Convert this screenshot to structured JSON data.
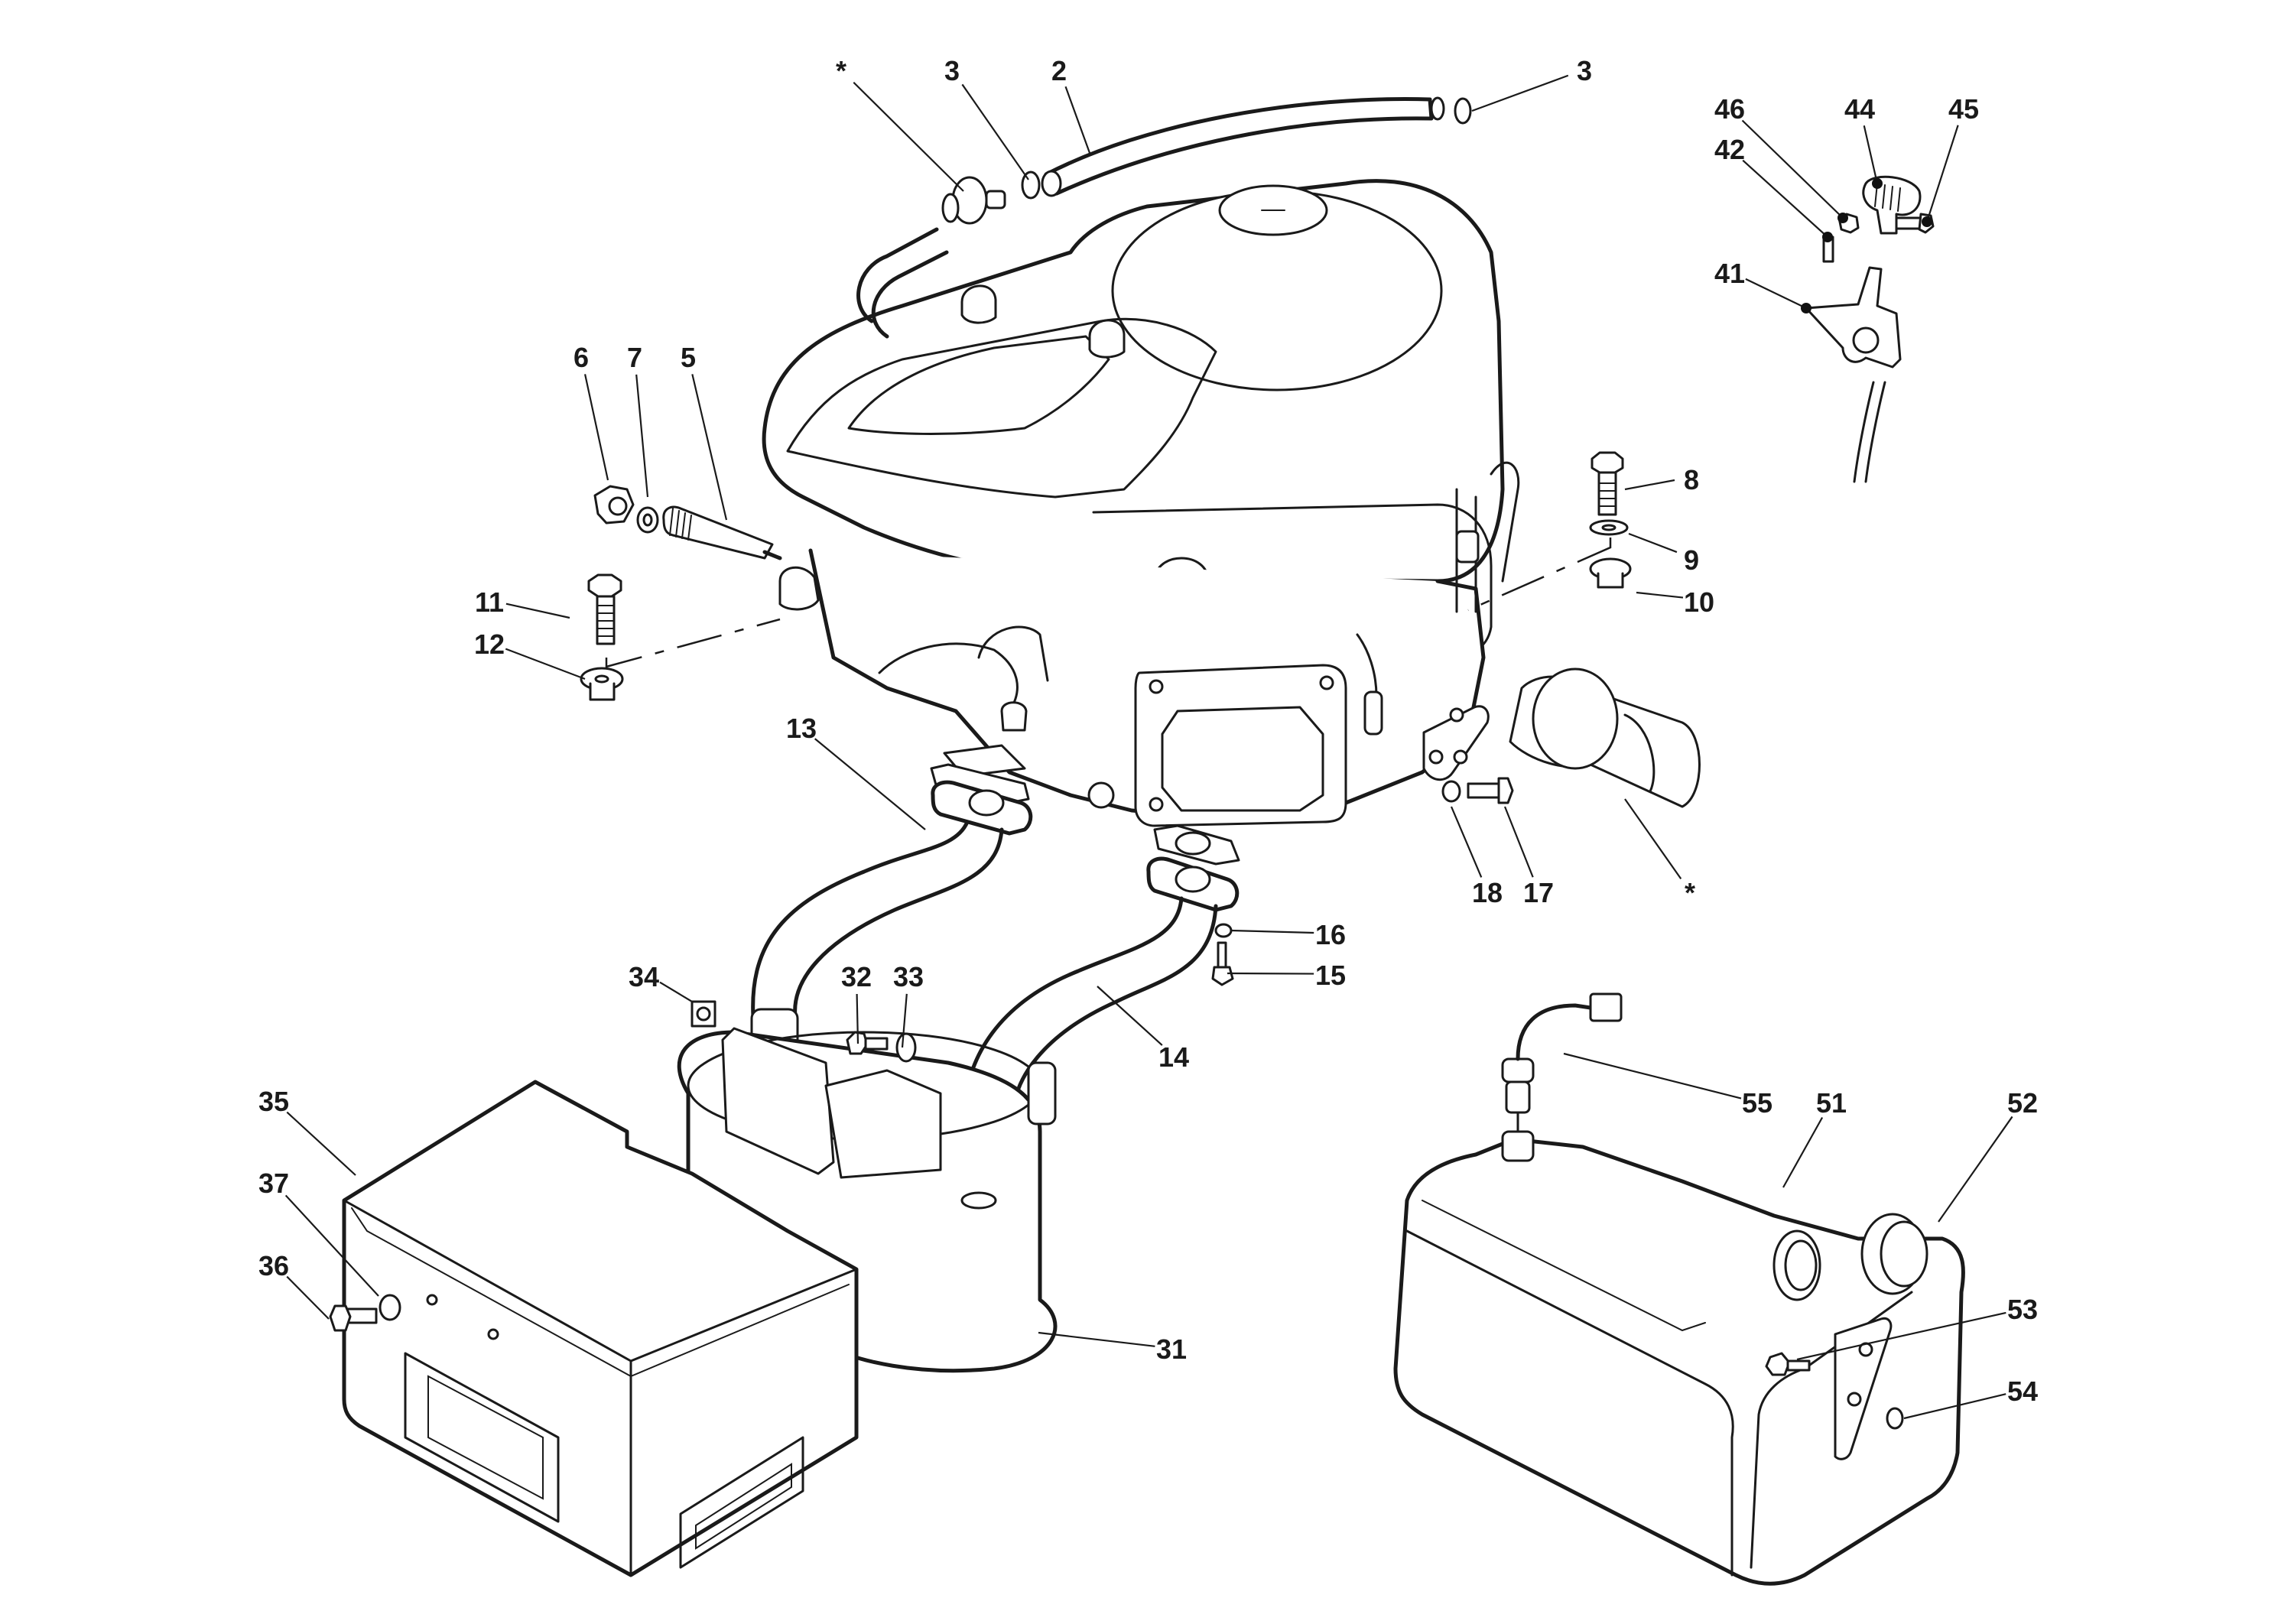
{
  "diagram": {
    "title": "Engine, exhaust and fuel tank exploded parts view",
    "callouts": [
      {
        "label": "*",
        "part": "fuel-filter-inline",
        "text": [
          1100,
          105
        ],
        "target": [
          1260,
          250
        ]
      },
      {
        "label": "3",
        "part": "hose-clamp",
        "text": [
          1245,
          105
        ],
        "target": [
          1345,
          235
        ]
      },
      {
        "label": "2",
        "part": "fuel-hose",
        "text": [
          1385,
          105
        ],
        "target": [
          1425,
          200
        ]
      },
      {
        "label": "3",
        "part": "hose-clamp",
        "text": [
          2072,
          105
        ],
        "target": [
          1925,
          145
        ]
      },
      {
        "label": "46",
        "part": "nut",
        "text": [
          2262,
          155
        ],
        "target": [
          2410,
          285
        ],
        "dot": true
      },
      {
        "label": "44",
        "part": "cable-clamp-block",
        "text": [
          2432,
          155
        ],
        "target": [
          2455,
          240
        ],
        "dot": true
      },
      {
        "label": "45",
        "part": "bolt",
        "text": [
          2568,
          155
        ],
        "target": [
          2520,
          290
        ],
        "dot": true
      },
      {
        "label": "42",
        "part": "screw",
        "text": [
          2262,
          208
        ],
        "target": [
          2390,
          310
        ],
        "dot": true
      },
      {
        "label": "41",
        "part": "throttle-bracket",
        "text": [
          2262,
          370
        ],
        "target": [
          2362,
          403
        ],
        "dot": true
      },
      {
        "label": "6",
        "part": "nut",
        "text": [
          760,
          480
        ],
        "target": [
          795,
          628
        ]
      },
      {
        "label": "7",
        "part": "washer",
        "text": [
          830,
          480
        ],
        "target": [
          847,
          650
        ]
      },
      {
        "label": "5",
        "part": "stud",
        "text": [
          900,
          480
        ],
        "target": [
          950,
          680
        ]
      },
      {
        "label": "8",
        "part": "bolt",
        "text": [
          2212,
          640
        ],
        "target": [
          2125,
          640
        ]
      },
      {
        "label": "9",
        "part": "serrated-washer",
        "text": [
          2212,
          745
        ],
        "target": [
          2130,
          698
        ]
      },
      {
        "label": "10",
        "part": "flange-nut",
        "text": [
          2222,
          800
        ],
        "target": [
          2140,
          775
        ]
      },
      {
        "label": "11",
        "part": "bolt",
        "text": [
          640,
          800
        ],
        "target": [
          745,
          808
        ]
      },
      {
        "label": "12",
        "part": "flange-nut",
        "text": [
          640,
          855
        ],
        "target": [
          765,
          888
        ]
      },
      {
        "label": "13",
        "part": "exhaust-pipe-left",
        "text": [
          1048,
          965
        ],
        "target": [
          1210,
          1085
        ]
      },
      {
        "label": "16",
        "part": "washer",
        "text": [
          1740,
          1235
        ],
        "target": [
          1610,
          1217
        ]
      },
      {
        "label": "15",
        "part": "screw",
        "text": [
          1740,
          1288
        ],
        "target": [
          1605,
          1273
        ]
      },
      {
        "label": "14",
        "part": "exhaust-pipe-right",
        "text": [
          1535,
          1395
        ],
        "target": [
          1435,
          1290
        ]
      },
      {
        "label": "18",
        "part": "washer",
        "text": [
          1945,
          1180
        ],
        "target": [
          1898,
          1055
        ]
      },
      {
        "label": "17",
        "part": "bolt",
        "text": [
          2012,
          1180
        ],
        "target": [
          1968,
          1055
        ]
      },
      {
        "label": "*",
        "part": "oil-filter",
        "text": [
          2210,
          1180
        ],
        "target": [
          2125,
          1045
        ]
      },
      {
        "label": "34",
        "part": "cage-nut",
        "text": [
          842,
          1290
        ],
        "target": [
          905,
          1310
        ]
      },
      {
        "label": "32",
        "part": "bolt",
        "text": [
          1120,
          1290
        ],
        "target": [
          1122,
          1365
        ]
      },
      {
        "label": "33",
        "part": "serrated-washer",
        "text": [
          1188,
          1290
        ],
        "target": [
          1180,
          1370
        ]
      },
      {
        "label": "35",
        "part": "muffler-guard",
        "text": [
          358,
          1453
        ],
        "target": [
          465,
          1537
        ]
      },
      {
        "label": "37",
        "part": "washer",
        "text": [
          358,
          1560
        ],
        "target": [
          495,
          1695
        ]
      },
      {
        "label": "36",
        "part": "bolt",
        "text": [
          358,
          1668
        ],
        "target": [
          430,
          1725
        ]
      },
      {
        "label": "31",
        "part": "muffler",
        "text": [
          1532,
          1777
        ],
        "target": [
          1358,
          1743
        ]
      },
      {
        "label": "55",
        "part": "fuel-level-sender",
        "text": [
          2298,
          1455
        ],
        "target": [
          2045,
          1378
        ]
      },
      {
        "label": "51",
        "part": "fuel-tank",
        "text": [
          2395,
          1455
        ],
        "target": [
          2332,
          1553
        ]
      },
      {
        "label": "52",
        "part": "fuel-cap",
        "text": [
          2645,
          1455
        ],
        "target": [
          2535,
          1598
        ]
      },
      {
        "label": "53",
        "part": "bolt",
        "text": [
          2645,
          1725
        ],
        "target": [
          2350,
          1778
        ]
      },
      {
        "label": "54",
        "part": "nut-insert",
        "text": [
          2645,
          1832
        ],
        "target": [
          2490,
          1855
        ]
      }
    ]
  }
}
